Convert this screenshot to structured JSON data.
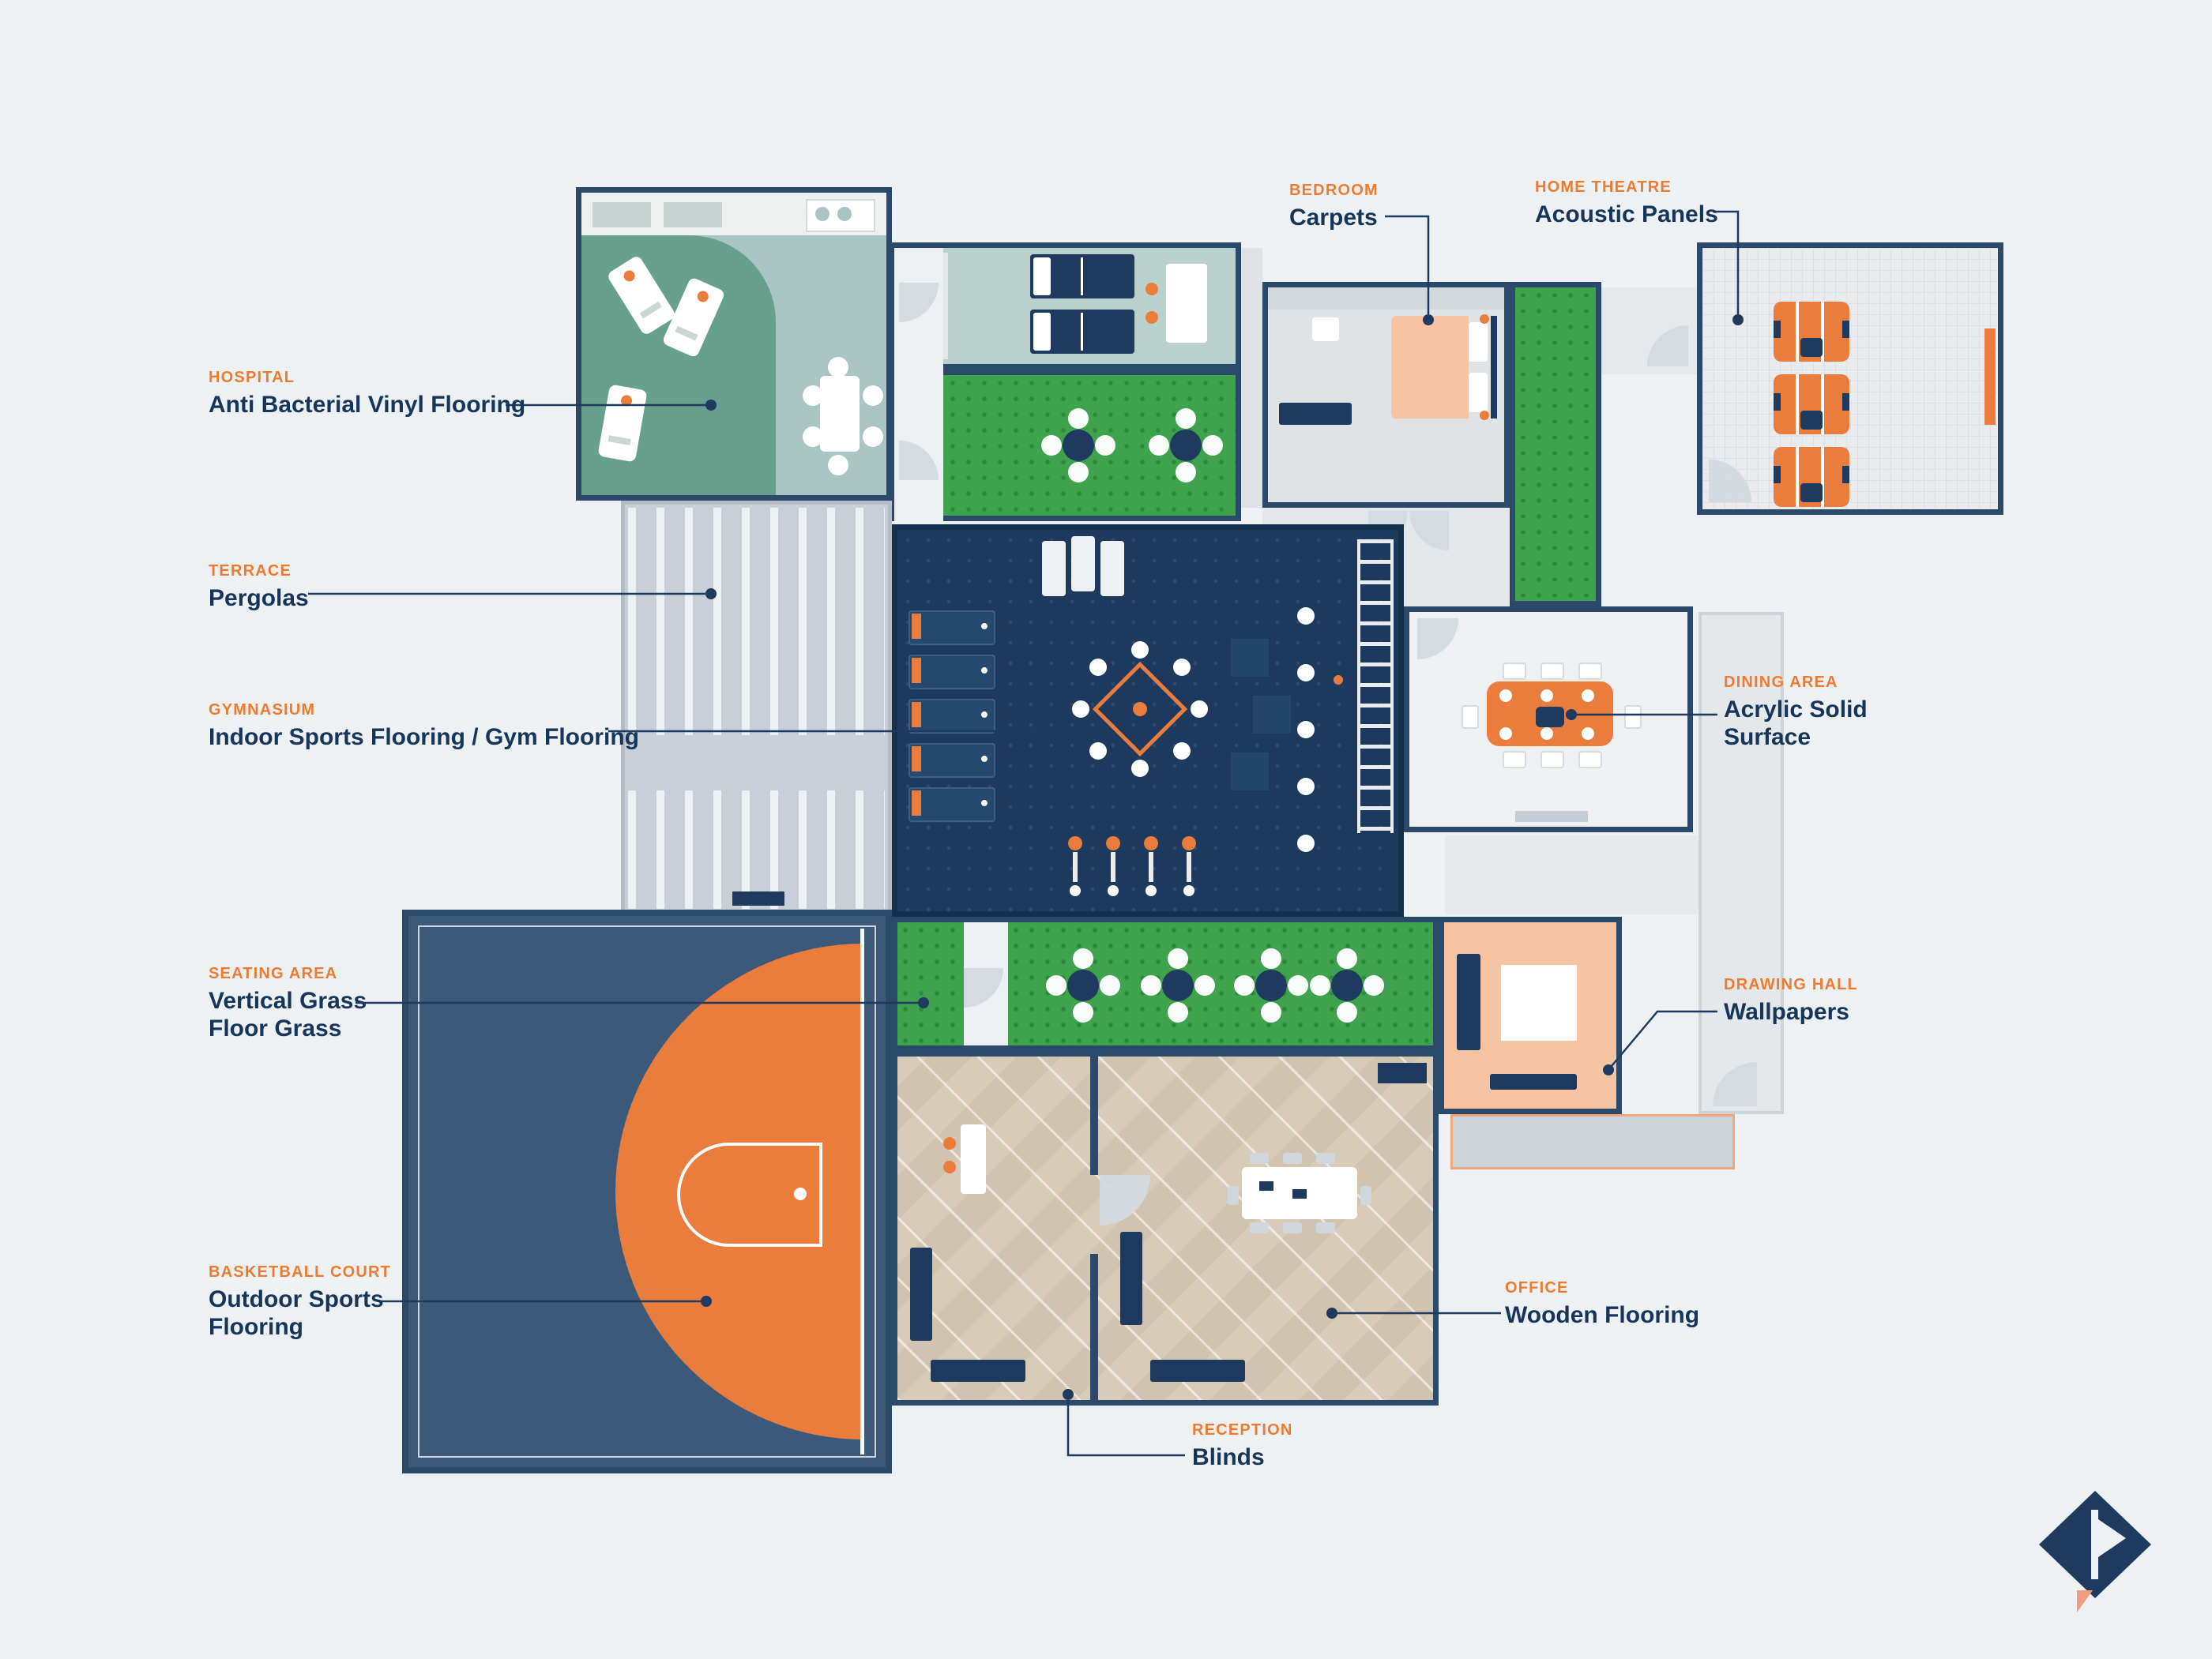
{
  "labels": [
    {
      "id": "hospital",
      "category": "HOSPITAL",
      "name": "Anti Bacterial Vinyl Flooring"
    },
    {
      "id": "terrace",
      "category": "TERRACE",
      "name": "Pergolas"
    },
    {
      "id": "gymnasium",
      "category": "GYMNASIUM",
      "name": "Indoor Sports Flooring / Gym Flooring"
    },
    {
      "id": "seating-area",
      "category": "SEATING AREA",
      "name": "Vertical Grass Floor Grass"
    },
    {
      "id": "basketball-court",
      "category": "BASKETBALL COURT",
      "name": "Outdoor Sports Flooring"
    },
    {
      "id": "bedroom",
      "category": "BEDROOM",
      "name": "Carpets"
    },
    {
      "id": "home-theatre",
      "category": "HOME THEATRE",
      "name": "Acoustic Panels"
    },
    {
      "id": "dining-area",
      "category": "DINING AREA",
      "name": "Acrylic Solid Surface"
    },
    {
      "id": "drawing-hall",
      "category": "DRAWING HALL",
      "name": "Wallpapers"
    },
    {
      "id": "office",
      "category": "OFFICE",
      "name": "Wooden Flooring"
    },
    {
      "id": "reception",
      "category": "RECEPTION",
      "name": "Blinds"
    }
  ],
  "palette": {
    "background": "#eef1f4",
    "wall_navy": "#2b4a69",
    "ink_navy": "#16355b",
    "accent_orange": "#ea7c3c",
    "category_orange": "#ee7b30",
    "grass_green": "#3ea34c",
    "gym_navy": "#1d3a5e",
    "court_navy": "#3d5979",
    "hospital_teal": "#a9c5c2",
    "hospital_teal_dark": "#67a18e",
    "ward_teal": "#bad0cd",
    "bedroom_peach": "#f6c3a3",
    "wood_tan": "#d8cbb8",
    "light_gray": "#e4e8ea",
    "salmon": "#ef9d7f"
  },
  "icons": {
    "logo": "brand-diamond-logo"
  }
}
